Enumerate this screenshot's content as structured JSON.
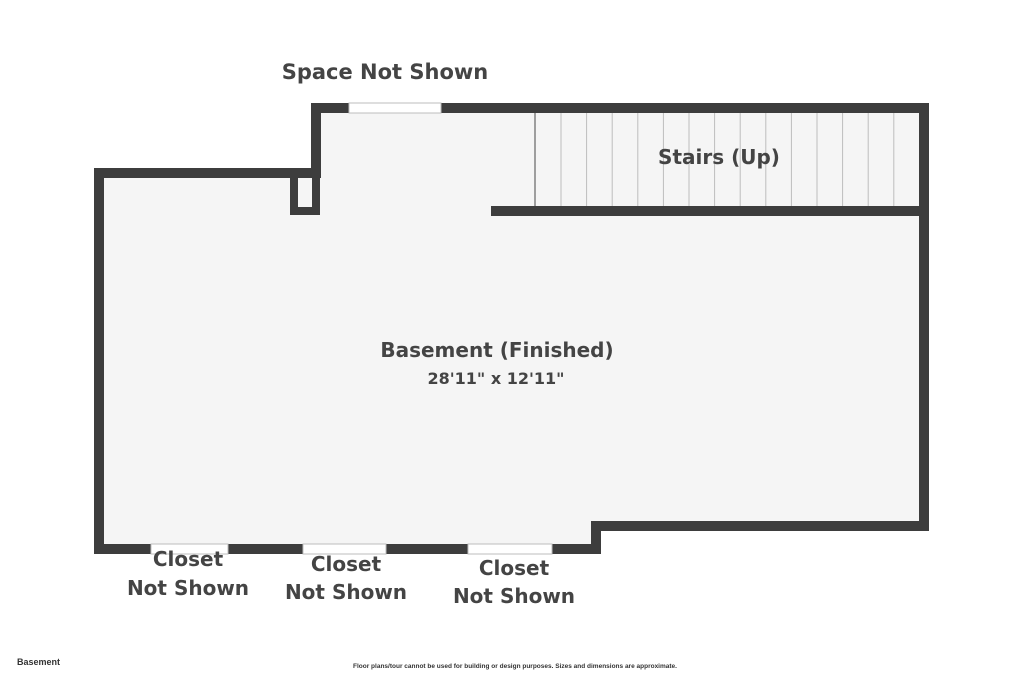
{
  "floor_name": "Basement",
  "disclaimer": "Floor plans/tour cannot be used for building or design purposes. Sizes and dimensions are approximate.",
  "colors": {
    "wall": "#3d3d3d",
    "floor": "#f5f5f5",
    "text": "#444444",
    "opening": "#ffffff"
  },
  "labels": {
    "space_top": "Space Not Shown",
    "stairs": "Stairs (Up)",
    "basement_name": "Basement (Finished)",
    "basement_dims": "28'11\" x 12'11\"",
    "closet_1_line1": "Closet",
    "closet_1_line2": "Not Shown",
    "closet_2_line1": "Closet",
    "closet_2_line2": "Not Shown",
    "closet_3_line1": "Closet",
    "closet_3_line2": "Not Shown"
  }
}
